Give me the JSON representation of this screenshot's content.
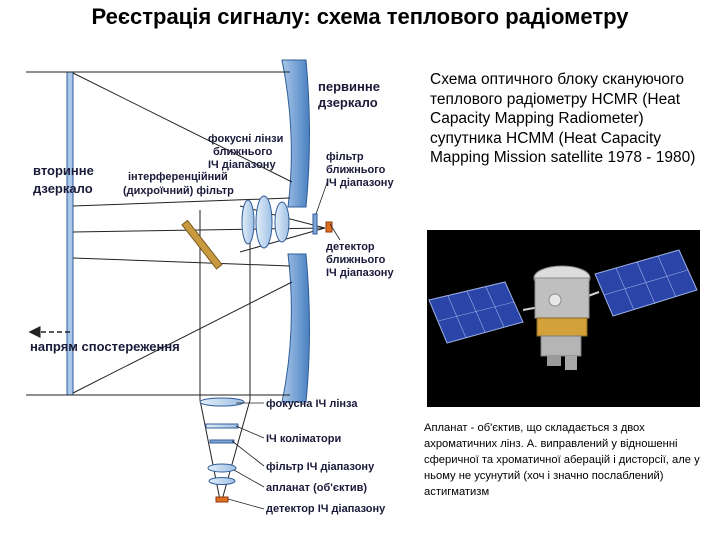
{
  "title": "Реєстрація сигналу: схема теплового радіометру",
  "description": "Схема оптичного блоку скануючого теплового радіометру HCMR (Heat Capacity Mapping Radiometer) супутника HCMM (Heat Capacity Mapping Mission satellite 1978 - 1980)",
  "note": "Апланат - об'єктив, що складається з двох ахроматичних лінз. А. виправлений у відношенні сферичної та хроматичної аберацій і дисторсії, але у ньому не усунутий (хоч і значно послаблений) астигматизм",
  "labels": {
    "primary_mirror": [
      "первинне",
      "дзеркало"
    ],
    "secondary_mirror": [
      "вторинне",
      "дзеркало"
    ],
    "focus_lenses_nir": [
      "фокусні лінзи",
      "ближнього",
      "ІЧ діапазону"
    ],
    "nir_filter": [
      "фільтр",
      "ближнього",
      "ІЧ діапазону"
    ],
    "dichroic_filter": [
      "інтерференційний",
      "(дихроїчний) фільтр"
    ],
    "nir_detector": [
      "детектор",
      "ближнього",
      "ІЧ діапазону"
    ],
    "view_direction": "напрям спостереження",
    "ir_focus_lens": "фокусна ІЧ лінза",
    "ir_collimators": "ІЧ коліматори",
    "ir_filter": "фільтр ІЧ діапазону",
    "aplanat": "апланат (об'єктив)",
    "ir_detector": "детектор ІЧ діапазону"
  },
  "colors": {
    "mirror": "#4a7fc0",
    "mirror_light": "#a9c8ea",
    "lens": "#bcd6ef",
    "line": "#222222",
    "label": "#1a1a3a",
    "dichroic": "#c89a40",
    "detector": "#e07020",
    "panel": "#2b44a8",
    "bus": "#bfbfbf",
    "gold": "#d4a03a"
  }
}
